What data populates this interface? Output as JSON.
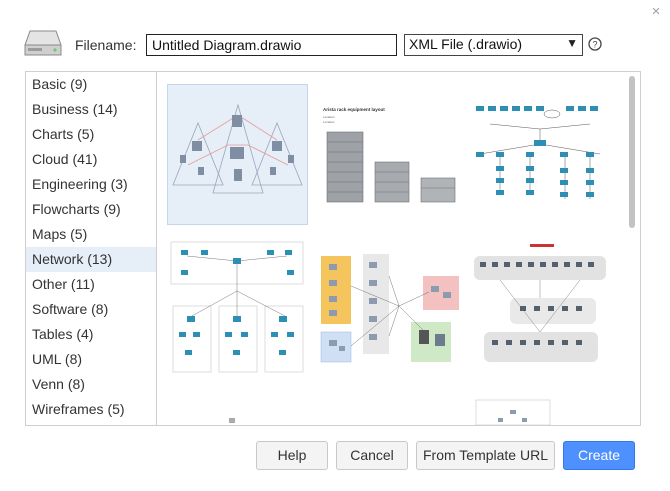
{
  "dialog": {
    "close_symbol": "×",
    "filename_label": "Filename:",
    "filename_value": "Untitled Diagram.drawio",
    "format_selected": "XML File (.drawio)",
    "help_symbol": "?"
  },
  "categories": [
    {
      "label": "Basic (9)"
    },
    {
      "label": "Business (14)"
    },
    {
      "label": "Charts (5)"
    },
    {
      "label": "Cloud (41)"
    },
    {
      "label": "Engineering (3)"
    },
    {
      "label": "Flowcharts (9)"
    },
    {
      "label": "Maps (5)"
    },
    {
      "label": "Network (13)"
    },
    {
      "label": "Other (11)"
    },
    {
      "label": "Software (8)"
    },
    {
      "label": "Tables (4)"
    },
    {
      "label": "UML (8)"
    },
    {
      "label": "Venn (8)"
    },
    {
      "label": "Wireframes (5)"
    }
  ],
  "selected_category": "Network (13)",
  "templates": {
    "t2_title": "Arista rack equipment layout",
    "t2_sub1": "Location:",
    "t2_sub2": "Location:"
  },
  "buttons": {
    "help": "Help",
    "cancel": "Cancel",
    "from_url": "From Template URL",
    "create": "Create"
  },
  "colors": {
    "accent": "#4d90fe",
    "selection": "#e6eef8",
    "network_blue": "#2e8fb5",
    "zone_yellow": "#f6c45c",
    "zone_pink": "#f4c1c1",
    "zone_green": "#cfe8c6",
    "zone_lightblue": "#cfe0f5"
  },
  "icons": [
    "drive-icon",
    "close-icon",
    "help-icon",
    "chevron-down-icon"
  ]
}
